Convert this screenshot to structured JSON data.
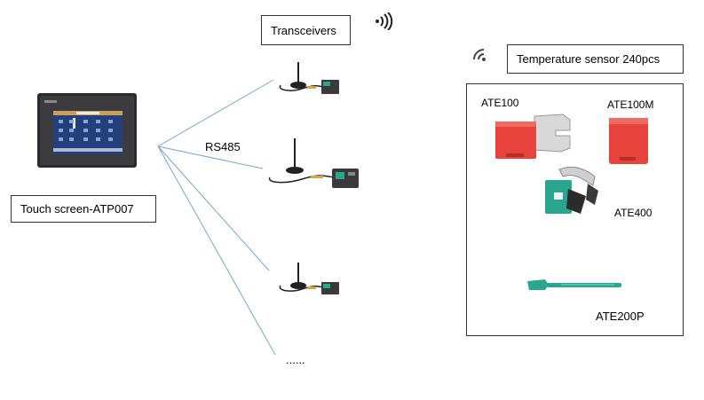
{
  "labels": {
    "transceivers": "Transceivers",
    "temp_sensor": "Temperature sensor 240pcs",
    "touch_screen": "Touch screen-ATP007",
    "rs485": "RS485",
    "ellipsis": "......"
  },
  "sensors": {
    "ate100": "ATE100",
    "ate100m": "ATE100M",
    "ate400": "ATE400",
    "ate200p": "ATE200P"
  },
  "colors": {
    "link_line": "#7aa6c9",
    "sensor_red": "#e8433a",
    "sensor_green": "#2aa58f",
    "module_dark": "#3a3a3a"
  },
  "icons": {
    "wireless_right": "wireless-signal-icon",
    "wireless_left": "wireless-signal-icon"
  }
}
